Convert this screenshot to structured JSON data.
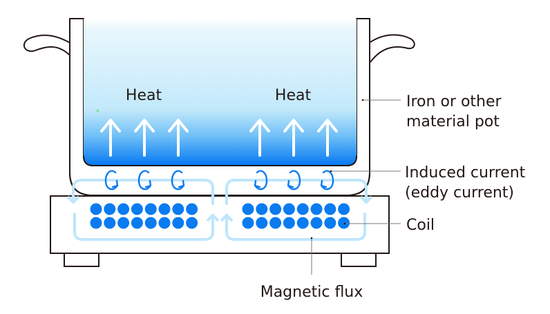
{
  "diagram": {
    "title": "Induction heating principle",
    "heat_labels": [
      "Heat",
      "Heat"
    ],
    "callouts": {
      "pot": [
        "Iron or other",
        "material pot"
      ],
      "induced_current": [
        "Induced current",
        "(eddy current)"
      ],
      "coil": "Coil",
      "magnetic_flux": "Magnetic flux"
    },
    "coil_rows": 2,
    "coil_turns_per_row": 8,
    "heat_arrows_per_side": 3,
    "eddy_loops_per_side": 3,
    "colors": {
      "outline": "#231815",
      "accent_blue": "#0a7bf0",
      "flux_blue": "#bfe6fb",
      "gradient_top": "#ffffff",
      "gradient_mid": "#c8ebfb",
      "gradient_bottom": "#0478f2",
      "leader": "#7a7a7a"
    }
  }
}
